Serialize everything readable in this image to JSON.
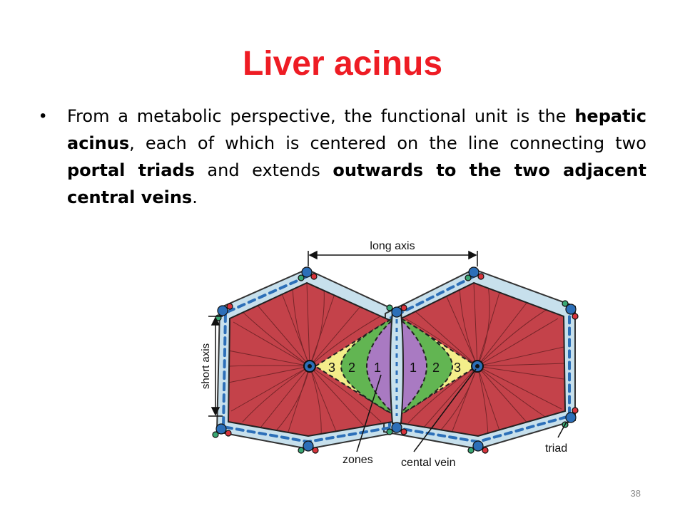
{
  "slide": {
    "title": "Liver acinus",
    "page_number": "38"
  },
  "bullet": {
    "p1": "From a metabolic perspective, the functional unit is the ",
    "b1": "hepatic acinus",
    "p2": ", each of which is centered on the line connecting two ",
    "b2": "portal triads",
    "p3": " and extends ",
    "b3": "outwards to the two adjacent central veins",
    "p4": "."
  },
  "diagram": {
    "labels": {
      "long_axis": "long axis",
      "short_axis": "short axis",
      "zones": "zones",
      "central_vein": "cental vein",
      "triad": "triad"
    },
    "zone_numbers": {
      "left_3": "3",
      "left_2": "2",
      "left_1": "1",
      "right_1": "1",
      "right_2": "2",
      "right_3": "3"
    },
    "colors": {
      "lobule": "#c4424a",
      "septum": "#c7e0ec",
      "zone1": "#a97ac2",
      "zone2": "#62b552",
      "zone3": "#f4ee8a",
      "triad_blue": "#2c6fb8",
      "triad_red": "#d8343c",
      "triad_green": "#3aa874",
      "title_red": "#ee1c24"
    }
  }
}
